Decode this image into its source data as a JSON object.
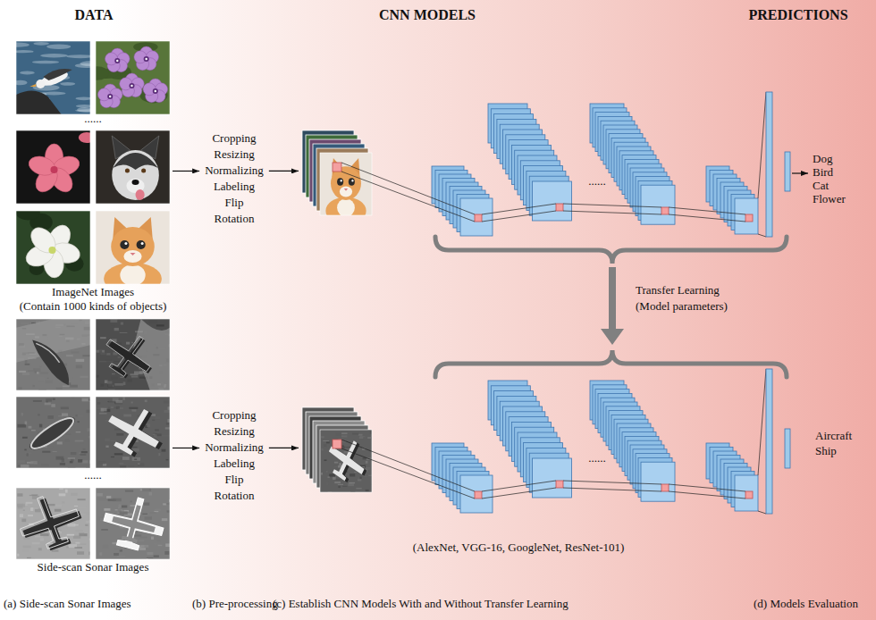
{
  "diagram": {
    "labels": [
      "DATA",
      "CNN MODELS",
      "PREDICTIONS",
      "......",
      "Cropping",
      "Resizing",
      "Normalizing",
      "Labeling",
      "Flip",
      "Rotation",
      "......",
      "Dog",
      "Bird",
      "Cat",
      "Flower",
      "ImageNet Images",
      "(Contain 1000 kinds of objects)",
      "Transfer Learning",
      "(Model parameters)",
      "......",
      "Cropping",
      "Resizing",
      "Normalizing",
      "Labeling",
      "Flip",
      "Rotation",
      "......",
      "Aircraft",
      "Ship",
      "(AlexNet, VGG-16, GoogleNet, ResNet-101)",
      "Side-scan Sonar Images",
      "(a) Side-scan Sonar Images",
      "(b) Pre-processing",
      "(c) Establish CNN Models With and Without Transfer Learning",
      "(d) Models Evaluation"
    ]
  }
}
